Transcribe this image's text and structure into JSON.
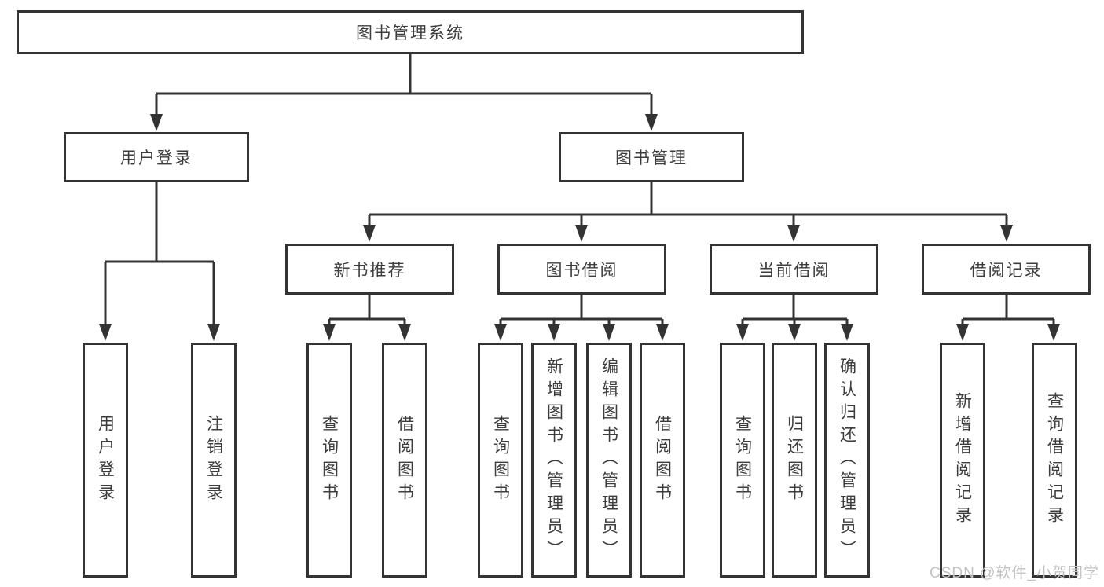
{
  "diagram": {
    "root_label": "图书管理系统",
    "branches": {
      "user": {
        "label": "用户登录",
        "children": [
          "用户登录",
          "注销登录"
        ]
      },
      "book": {
        "label": "图书管理",
        "groups": [
          {
            "label": "新书推荐",
            "children": [
              "查询图书",
              "借阅图书"
            ]
          },
          {
            "label": "图书借阅",
            "children": [
              "查询图书",
              "新增图书（管理员）",
              "编辑图书（管理员）",
              "借阅图书"
            ]
          },
          {
            "label": "当前借阅",
            "children": [
              "查询图书",
              "归还图书",
              "确认归还（管理员）"
            ]
          },
          {
            "label": "借阅记录",
            "children": [
              "新增借阅记录",
              "查询借阅记录"
            ]
          }
        ]
      }
    }
  },
  "watermark": "CSDN @软件_小贺同学",
  "colors": {
    "line": "#333333",
    "text": "#3d3d3d",
    "watermark": "#c2c2c2",
    "background": "#ffffff"
  }
}
